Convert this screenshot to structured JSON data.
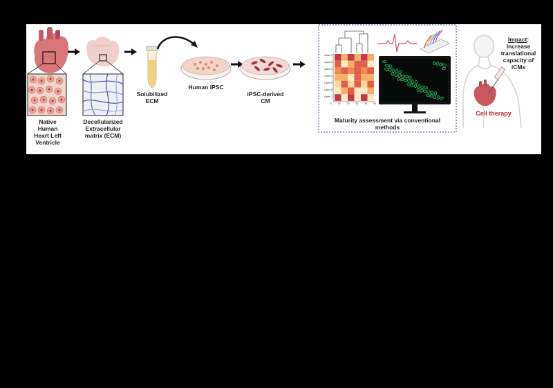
{
  "steps": {
    "native": [
      "Native",
      "Human",
      "Heart Left",
      "Ventricle"
    ],
    "decell": [
      "Decellularized",
      "Extracellular",
      "matrix (ECM)"
    ],
    "solubilized": [
      "Solubilized",
      "ECM"
    ],
    "ipsc": "Human iPSC",
    "cm": [
      "iPSC-derived",
      "CM"
    ]
  },
  "assessment": {
    "caption": [
      "Maturity assessment via conventional",
      "methods"
    ],
    "row_labels": [
      "Label 1",
      "Label 2",
      "Label 3",
      "Label 4",
      "Label 5",
      "Label 6",
      "Label 7"
    ],
    "col_labels": [
      "0",
      "10",
      "20",
      "30",
      "40",
      "50"
    ]
  },
  "impact": {
    "title": "Impact",
    "lines": [
      "Increase",
      "translational",
      "capacity of",
      "iCMs"
    ],
    "therapy": "Cell therapy"
  },
  "colors": {
    "heart": "#d9767a",
    "arrow": "#111111",
    "dashed_box": "#5a6b9a",
    "therapy_text": "#c0282b"
  }
}
